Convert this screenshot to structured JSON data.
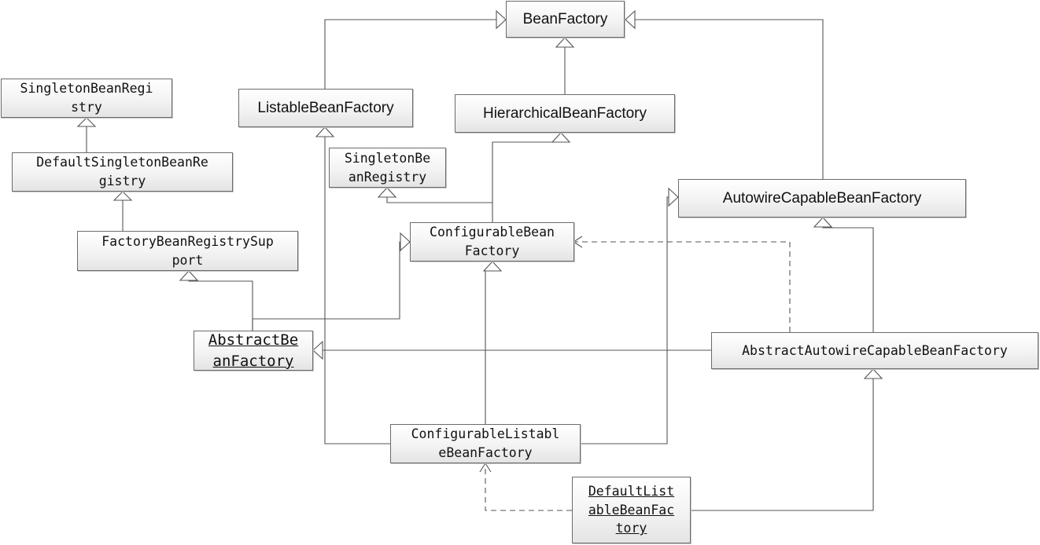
{
  "diagram": {
    "classes": {
      "bean_factory": "BeanFactory",
      "singleton_bean_registry_top": "SingletonBeanRegi\nstry",
      "listable_bean_factory": "ListableBeanFactory",
      "hierarchical_bean_factory": "HierarchicalBeanFactory",
      "default_singleton_bean_registry": "DefaultSingletonBeanRe\ngistry",
      "singleton_bean_registry_mid": "SingletonBe\nanRegistry",
      "autowire_capable_bean_factory": "AutowireCapableBeanFactory",
      "factory_bean_registry_support": "FactoryBeanRegistrySup\nport",
      "configurable_bean_factory": "ConfigurableBean\nFactory",
      "abstract_bean_factory": "AbstractBe\nanFactory",
      "abstract_autowire_capable_bean_factory": "AbstractAutowireCapableBeanFactory",
      "configurable_listable_bean_factory": "ConfigurableListabl\neBeanFactory",
      "default_listable_bean_factory": "DefaultList\nableBeanFac\ntory"
    }
  }
}
